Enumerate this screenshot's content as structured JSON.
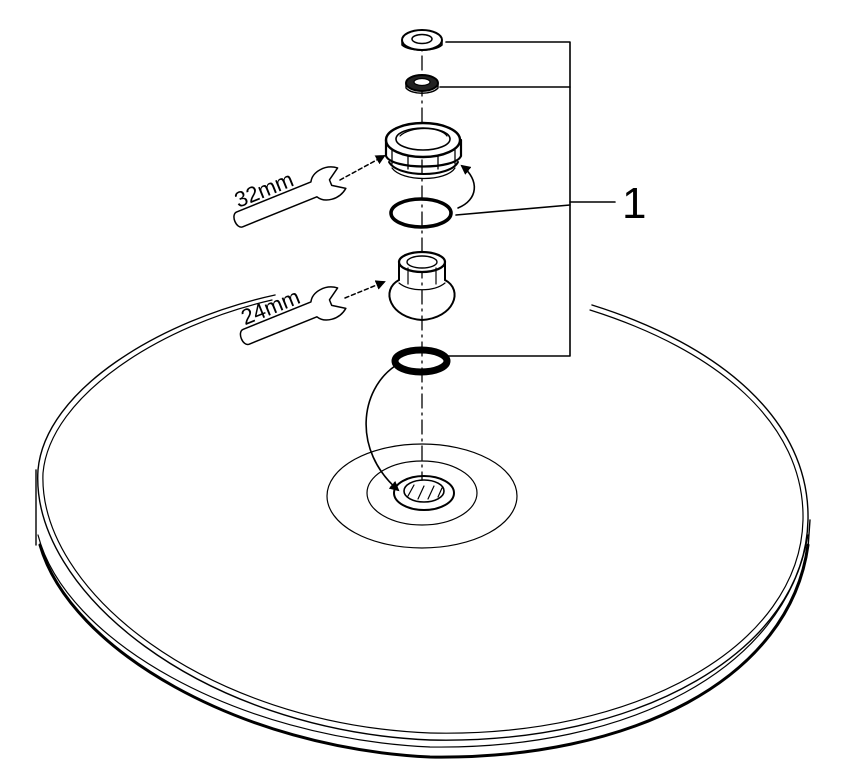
{
  "diagram": {
    "callout_number": "1",
    "wrenches": [
      {
        "size_label": "32mm"
      },
      {
        "size_label": "24mm"
      }
    ],
    "colors": {
      "ink": "#000000",
      "paper": "#ffffff"
    }
  }
}
